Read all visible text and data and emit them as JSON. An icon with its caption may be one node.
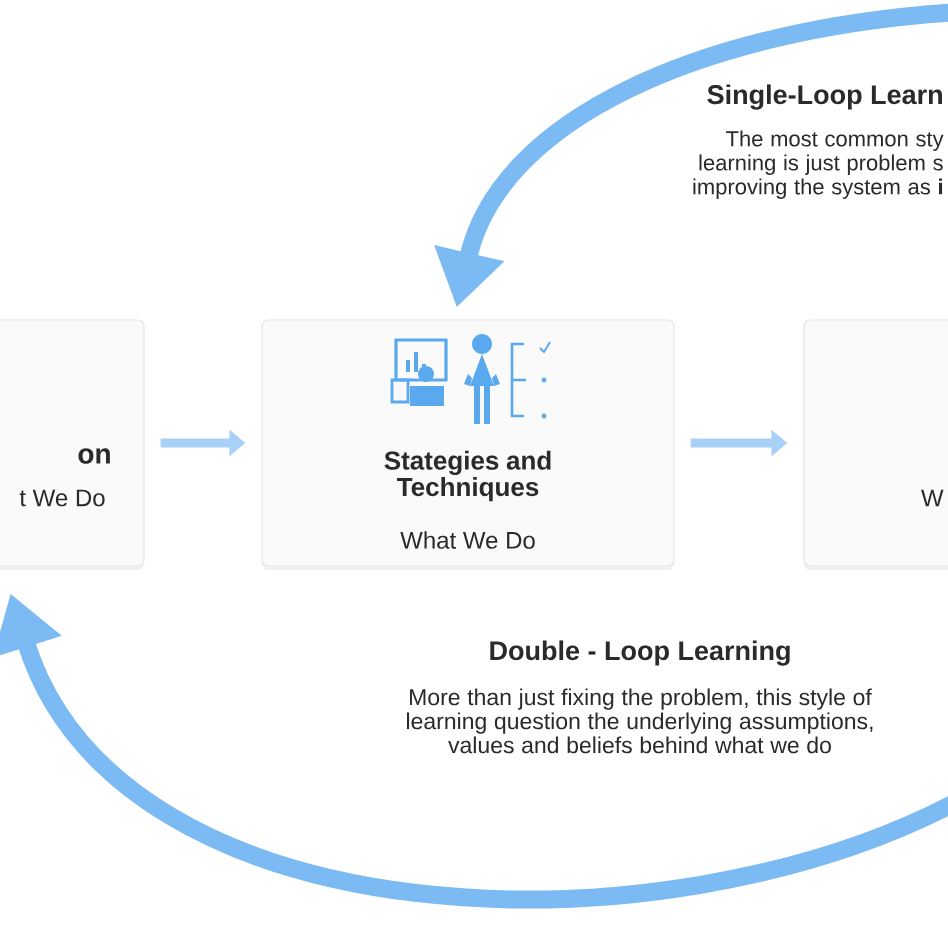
{
  "diagram": {
    "nodes": [
      {
        "text": [
          "on",
          "t We Do"
        ]
      },
      {
        "text": [
          "Stategies and Techniques",
          "What We Do"
        ]
      },
      {
        "text": [
          "W"
        ]
      }
    ],
    "edges": [
      {
        "from": 0,
        "to": 1,
        "arrow": "to"
      },
      {
        "from": 1,
        "to": 2,
        "arrow": "to"
      },
      {
        "from": null,
        "to": 1,
        "arrow": "to",
        "style": "thick"
      },
      {
        "from": null,
        "to": 0,
        "arrow": "to",
        "style": "thick"
      }
    ],
    "labels": [
      "Single-Loop Learn",
      "The most common sty learning is just problem s improving the system as **i**",
      "Double - Loop Learning",
      "More than just fixing the problem, this style of learning question the underlying assumptions, values and beliefs behind what we do"
    ]
  }
}
